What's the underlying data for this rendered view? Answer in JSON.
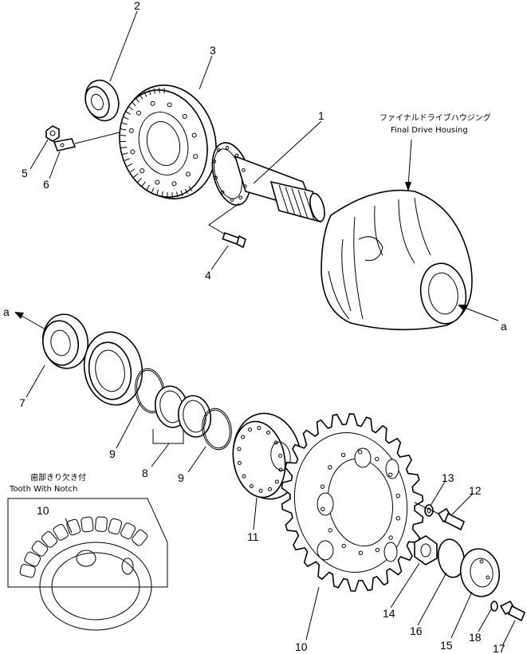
{
  "callouts": {
    "c1": "1",
    "c2": "2",
    "c3": "3",
    "c4": "4",
    "c5": "5",
    "c6": "6",
    "c7": "7",
    "c8": "8",
    "c9a": "9",
    "c9b": "9",
    "c10a": "10",
    "c10b": "10",
    "c11": "11",
    "c12": "12",
    "c13": "13",
    "c14": "14",
    "c15": "15",
    "c16": "16",
    "c17": "17",
    "c18": "18",
    "a_left": "a",
    "a_right": "a"
  },
  "housing_label": {
    "jp": "ファイナルドライブハウジング",
    "en": "Final Drive Housing"
  },
  "inset_label": {
    "jp": "歯部きり欠き付",
    "en": "Tooth With Notch"
  }
}
